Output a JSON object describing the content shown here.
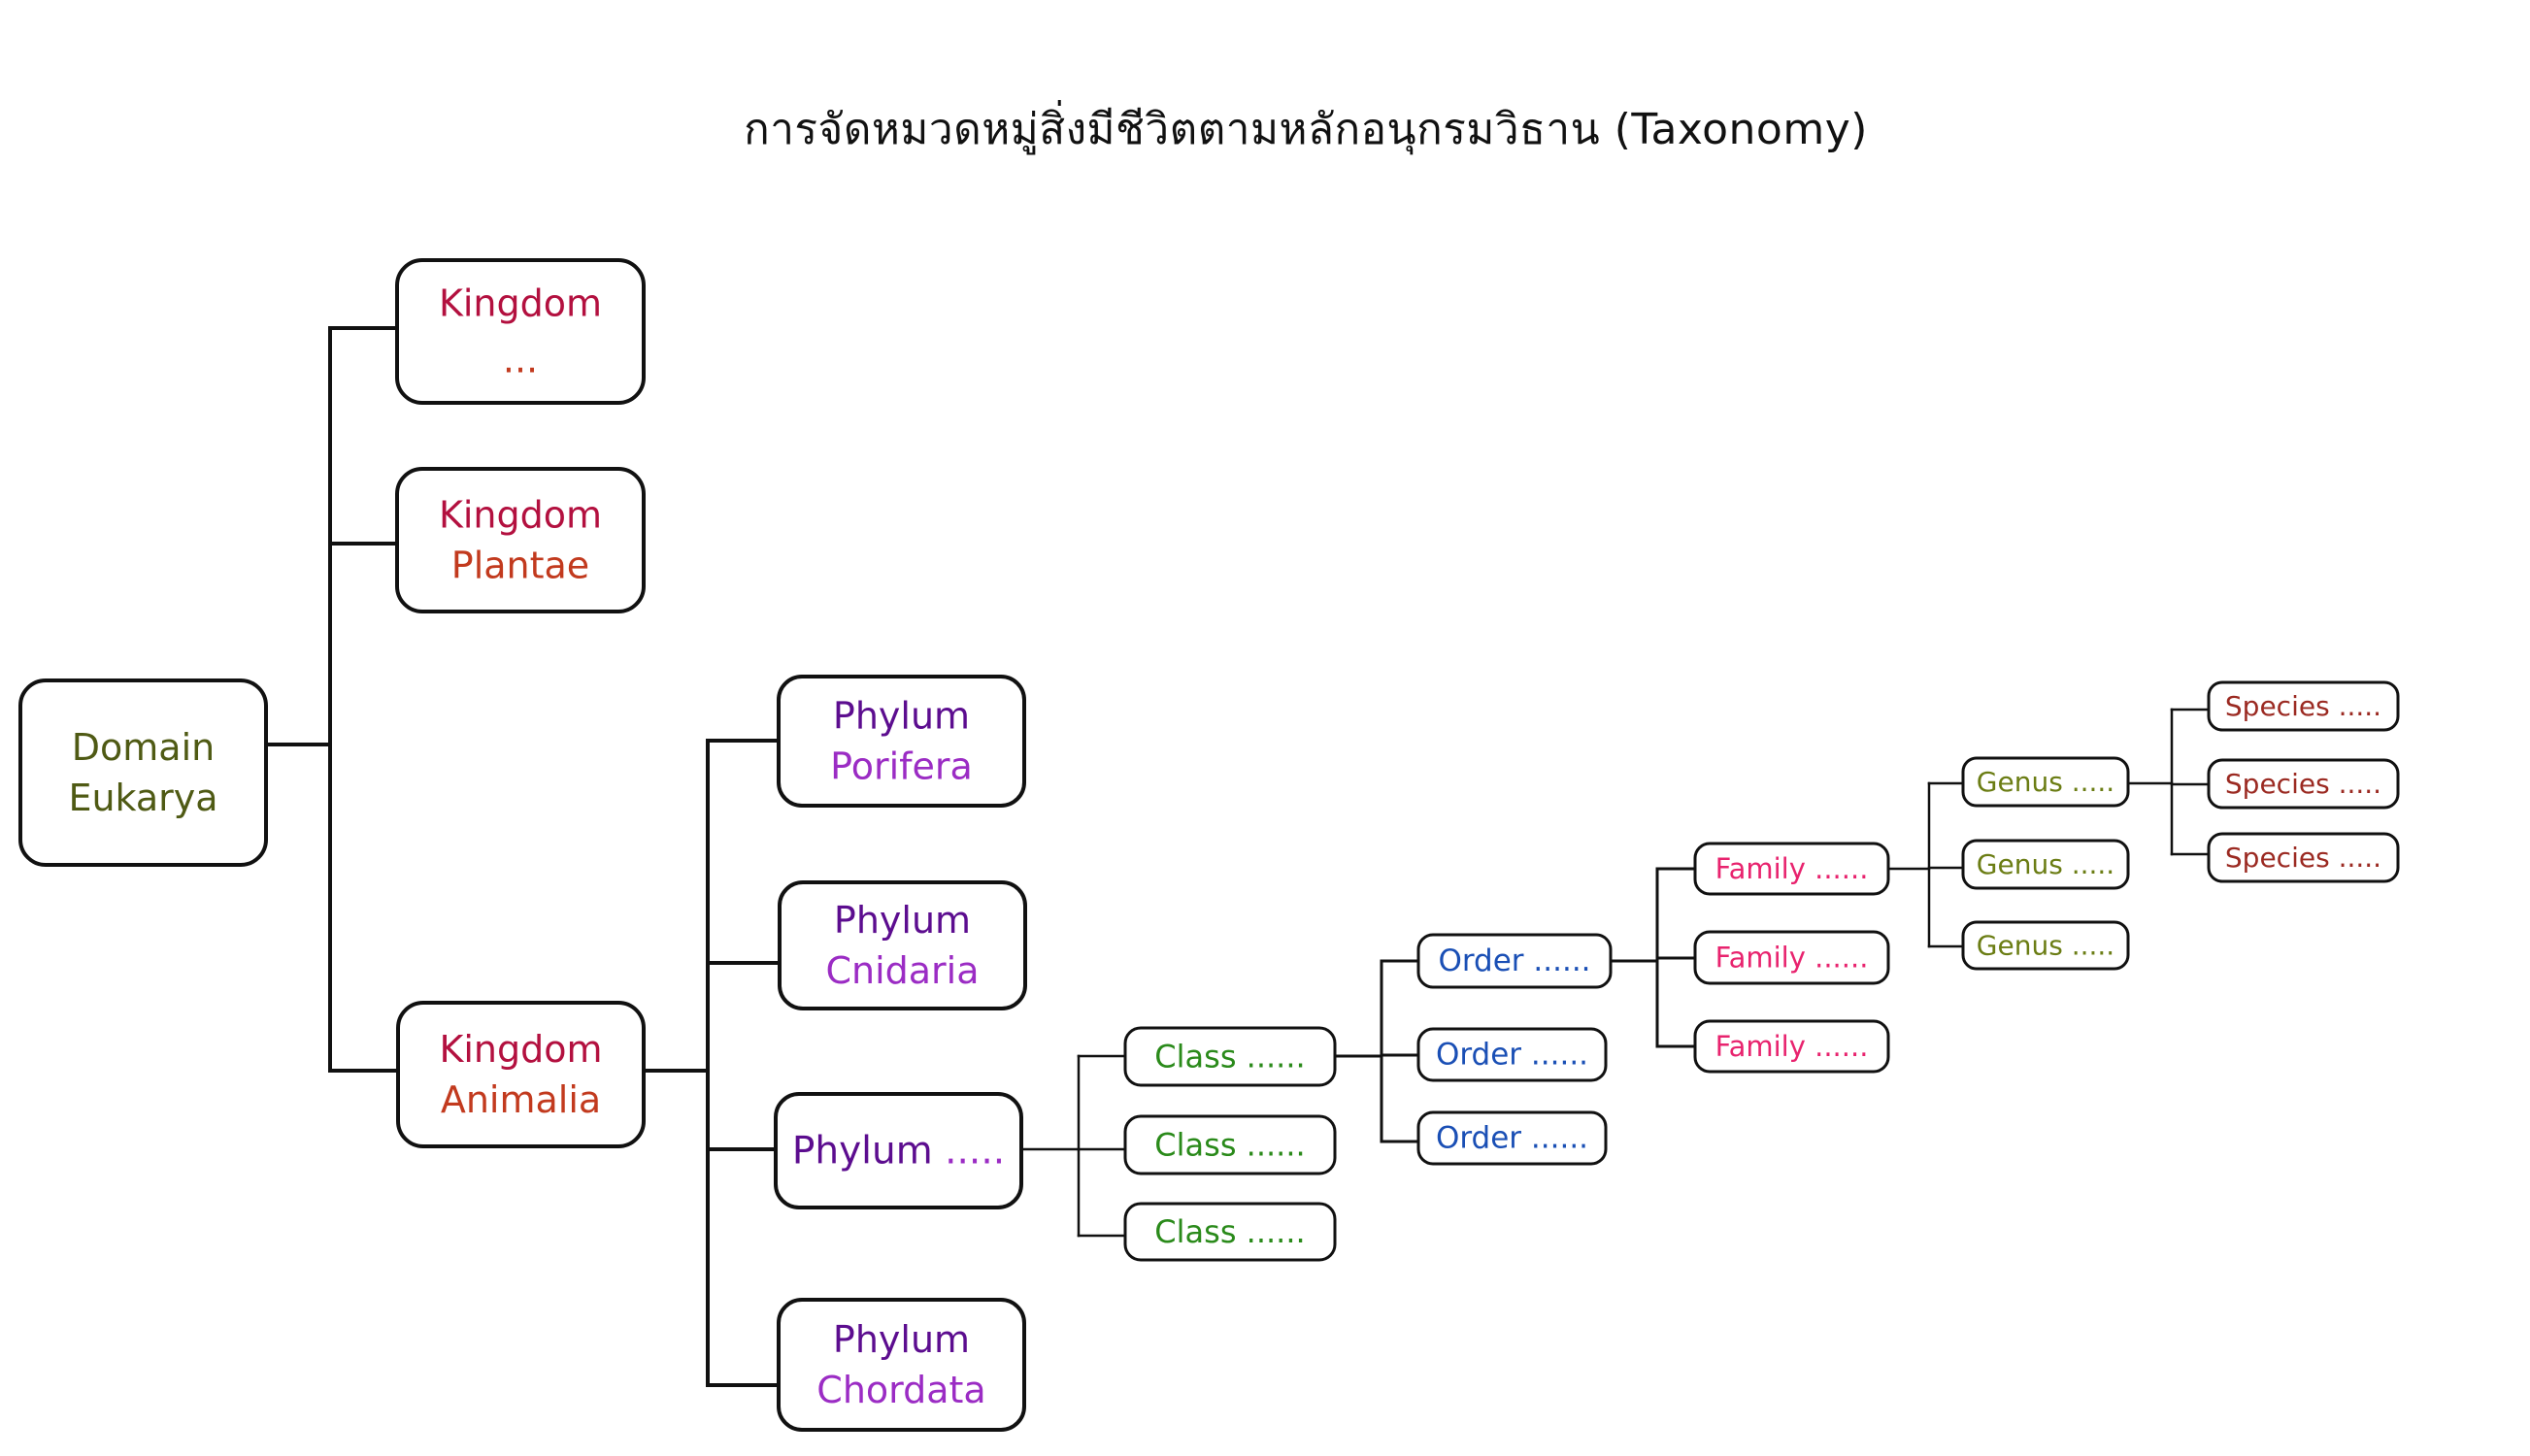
{
  "title": "การจัดหมวดหมู่สิ่งมีชีวิตตามหลักอนุกรมวิธาน (Taxonomy)",
  "colors": {
    "domain": "#4f5a14",
    "kingdom_rank": "#b3103f",
    "kingdom_name": "#c23a1e",
    "phylum_rank": "#5c0d8f",
    "phylum_name": "#9b2cc4",
    "class": "#2a8a1a",
    "order": "#1a4fb5",
    "family": "#e8236e",
    "genus": "#6b7d14",
    "species": "#9b2a22",
    "line": "#111111"
  },
  "nodes": {
    "domain": {
      "id": "domain-eukarya",
      "lines": [
        "Domain",
        "Eukarya"
      ],
      "rank": "domain"
    },
    "kingdoms": [
      {
        "id": "kingdom-unknown",
        "lines": [
          "Kingdom",
          "..."
        ],
        "rank": "kingdom"
      },
      {
        "id": "kingdom-plantae",
        "lines": [
          "Kingdom",
          "Plantae"
        ],
        "rank": "kingdom"
      },
      {
        "id": "kingdom-animalia",
        "lines": [
          "Kingdom",
          "Animalia"
        ],
        "rank": "kingdom"
      }
    ],
    "phyla": [
      {
        "id": "phylum-porifera",
        "lines": [
          "Phylum",
          "Porifera"
        ],
        "rank": "phylum"
      },
      {
        "id": "phylum-cnidaria",
        "lines": [
          "Phylum",
          "Cnidaria"
        ],
        "rank": "phylum"
      },
      {
        "id": "phylum-blank",
        "lines": [
          "Phylum",
          "....."
        ],
        "rank": "phylum",
        "inline": true
      },
      {
        "id": "phylum-chordata",
        "lines": [
          "Phylum",
          "Chordata"
        ],
        "rank": "phylum"
      }
    ],
    "classes": [
      {
        "id": "class-1",
        "label": "Class ......"
      },
      {
        "id": "class-2",
        "label": "Class ......"
      },
      {
        "id": "class-3",
        "label": "Class ......"
      }
    ],
    "orders": [
      {
        "id": "order-1",
        "label": "Order ......"
      },
      {
        "id": "order-2",
        "label": "Order ......"
      },
      {
        "id": "order-3",
        "label": "Order ......"
      }
    ],
    "families": [
      {
        "id": "family-1",
        "label": "Family ......"
      },
      {
        "id": "family-2",
        "label": "Family ......"
      },
      {
        "id": "family-3",
        "label": "Family ......"
      }
    ],
    "genera": [
      {
        "id": "genus-1",
        "label": "Genus ....."
      },
      {
        "id": "genus-2",
        "label": "Genus ....."
      },
      {
        "id": "genus-3",
        "label": "Genus ....."
      }
    ],
    "species": [
      {
        "id": "species-1",
        "label": "Species ....."
      },
      {
        "id": "species-2",
        "label": "Species ....."
      },
      {
        "id": "species-3",
        "label": "Species ....."
      }
    ]
  },
  "edges": [
    {
      "from": "domain-eukarya",
      "to": [
        "kingdom-unknown",
        "kingdom-plantae",
        "kingdom-animalia"
      ]
    },
    {
      "from": "kingdom-animalia",
      "to": [
        "phylum-porifera",
        "phylum-cnidaria",
        "phylum-blank",
        "phylum-chordata"
      ]
    },
    {
      "from": "phylum-blank",
      "to": [
        "class-1",
        "class-2",
        "class-3"
      ]
    },
    {
      "from": "class-1",
      "to": [
        "order-1",
        "order-2",
        "order-3"
      ]
    },
    {
      "from": "order-1",
      "to": [
        "family-1",
        "family-2",
        "family-3"
      ]
    },
    {
      "from": "family-1",
      "to": [
        "genus-1",
        "genus-2",
        "genus-3"
      ]
    },
    {
      "from": "genus-1",
      "to": [
        "species-1",
        "species-2",
        "species-3"
      ]
    }
  ]
}
